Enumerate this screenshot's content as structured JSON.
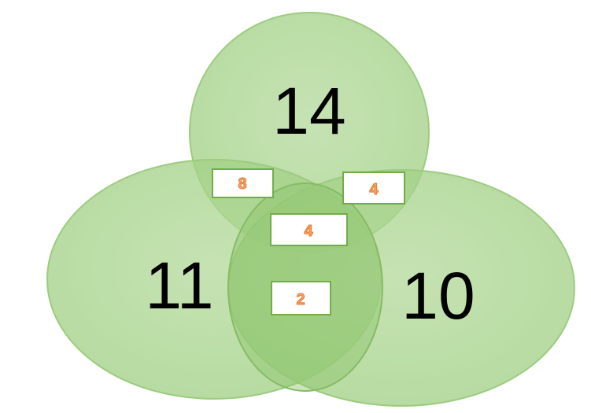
{
  "diagram": {
    "type": "venn",
    "colors": {
      "fill": "#a9d18e",
      "stroke": "#8cbf6a",
      "box_border": "#70ad47",
      "label_orange": "#ed7d31"
    },
    "sets": {
      "top": "14",
      "left": "11",
      "right": "10"
    },
    "overlaps": {
      "top_left": "8",
      "top_right": "4",
      "center": "4",
      "bottom_center": "2"
    }
  }
}
